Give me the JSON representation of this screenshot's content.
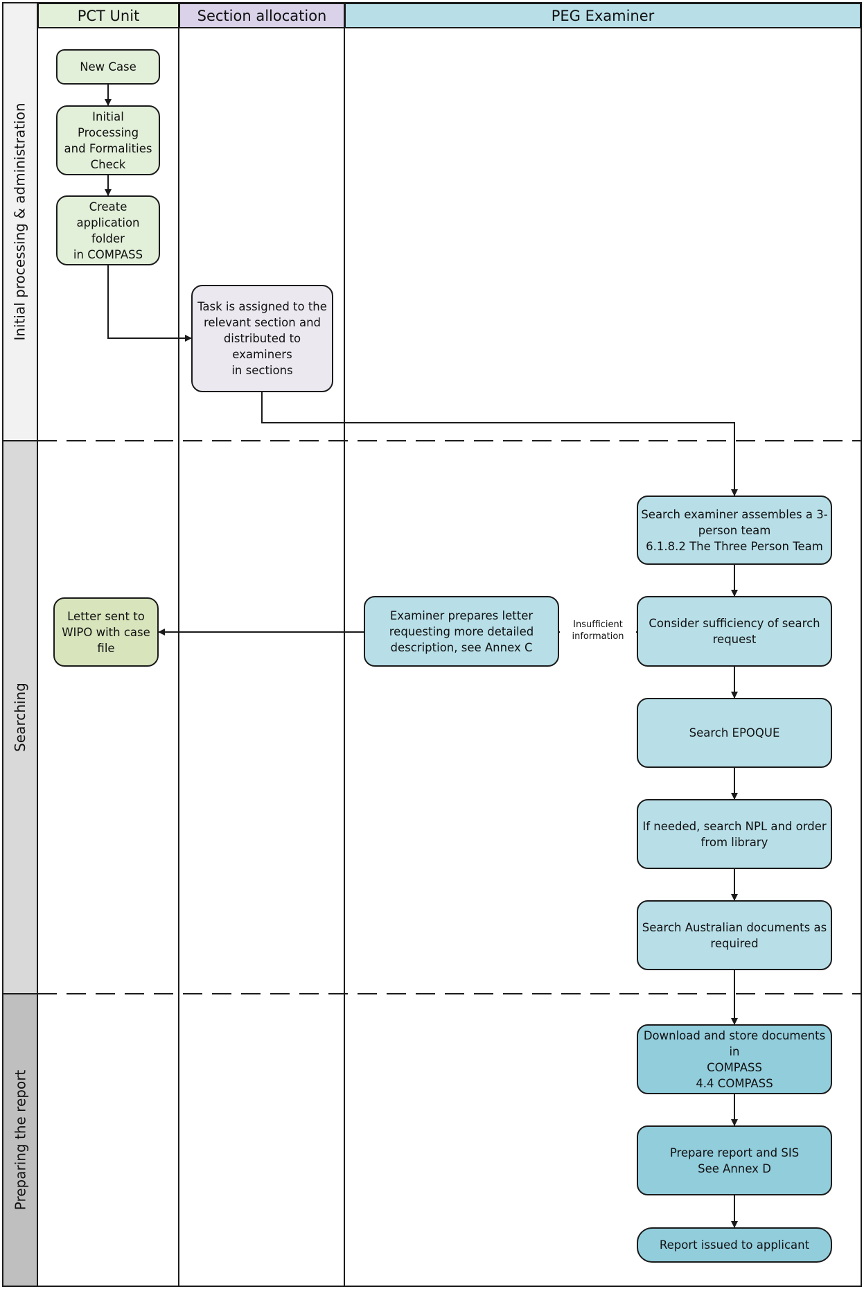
{
  "lanes": [
    {
      "id": "pct",
      "label": "PCT Unit",
      "color": "#e2efd9"
    },
    {
      "id": "section",
      "label": "Section allocation",
      "color": "#d9d2e9"
    },
    {
      "id": "peg",
      "label": "PEG Examiner",
      "color": "#b8dfe8"
    }
  ],
  "phases": [
    {
      "id": "initial",
      "label": "Initial processing & administration",
      "color": "#f2f2f2"
    },
    {
      "id": "searching",
      "label": "Searching",
      "color": "#d9d9d9"
    },
    {
      "id": "report",
      "label": "Preparing the report",
      "color": "#bfbfbf"
    }
  ],
  "nodes": {
    "new_case": {
      "label": "New Case",
      "color": "#e2efd9"
    },
    "initial_processing": {
      "label": "Initial Processing\nand Formalities\nCheck",
      "color": "#e2efd9"
    },
    "create_folder": {
      "label": "Create\napplication folder\nin COMPASS",
      "color": "#e2efd9"
    },
    "task_assigned": {
      "label": "Task is assigned to the\nrelevant section and\ndistributed to examiners\nin sections",
      "color": "#ebe8f0"
    },
    "assemble_team": {
      "label": "Search examiner assembles a 3-\nperson team\n6.1.8.2 The Three Person Team",
      "color": "#b8dfe8"
    },
    "consider_sufficiency": {
      "label": "Consider sufficiency of search\nrequest",
      "color": "#b8dfe8"
    },
    "prepare_letter": {
      "label": "Examiner prepares letter\nrequesting more detailed\ndescription, see Annex C",
      "color": "#b8dfe8"
    },
    "letter_wipo": {
      "label": "Letter sent to\nWIPO with case\nfile",
      "color": "#d8e4bc"
    },
    "search_epoque": {
      "label": "Search EPOQUE",
      "color": "#b8dfe8"
    },
    "search_npl": {
      "label": "If needed, search NPL and order\nfrom library",
      "color": "#b8dfe8"
    },
    "search_au": {
      "label": "Search Australian documents as\nrequired",
      "color": "#b8dfe8"
    },
    "download_store": {
      "label": "Download and store documents in\nCOMPASS\n4.4 COMPASS",
      "color": "#92cddc"
    },
    "prepare_report": {
      "label": "Prepare report and SIS\nSee Annex D",
      "color": "#92cddc"
    },
    "report_issued": {
      "label": "Report issued to applicant",
      "color": "#92cddc"
    }
  },
  "edge_labels": {
    "insufficient": "Insufficient\ninformation"
  }
}
